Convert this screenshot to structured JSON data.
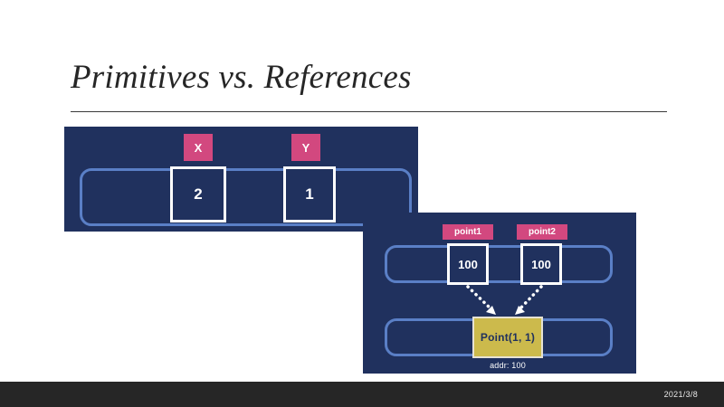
{
  "slide": {
    "title": "Primitives vs. References"
  },
  "primitives_panel": {
    "name": "primitives-stack-diagram",
    "labels": [
      {
        "text": "X"
      },
      {
        "text": "Y"
      }
    ],
    "cells": [
      {
        "value": "2"
      },
      {
        "value": "1"
      }
    ]
  },
  "references_panel": {
    "name": "references-stack-heap-diagram",
    "labels": [
      {
        "text": "point1"
      },
      {
        "text": "point2"
      }
    ],
    "cells": [
      {
        "value": "100"
      },
      {
        "value": "100"
      }
    ],
    "heap_object": {
      "value": "Point(1, 1)",
      "caption": "addr: 100"
    }
  },
  "footer": {
    "date": "2021/3/8"
  },
  "colors": {
    "panel_navy": "#20315e",
    "row_border_blue": "#5a7fc6",
    "label_pink": "#d2487f",
    "heap_gold": "#ccba4c",
    "cell_white": "#ffffff",
    "footer_dark": "#262626",
    "title_text": "#262626"
  }
}
